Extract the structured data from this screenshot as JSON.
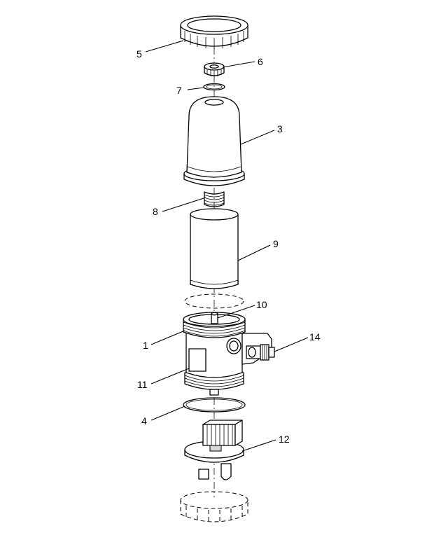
{
  "callouts": [
    {
      "id": "c5",
      "text": "5"
    },
    {
      "id": "c6",
      "text": "6"
    },
    {
      "id": "c7",
      "text": "7"
    },
    {
      "id": "c3",
      "text": "3"
    },
    {
      "id": "c8",
      "text": "8"
    },
    {
      "id": "c9",
      "text": "9"
    },
    {
      "id": "c10",
      "text": "10"
    },
    {
      "id": "c1",
      "text": "1"
    },
    {
      "id": "c14",
      "text": "14"
    },
    {
      "id": "c11",
      "text": "11"
    },
    {
      "id": "c4",
      "text": "4"
    },
    {
      "id": "c12",
      "text": "12"
    }
  ]
}
